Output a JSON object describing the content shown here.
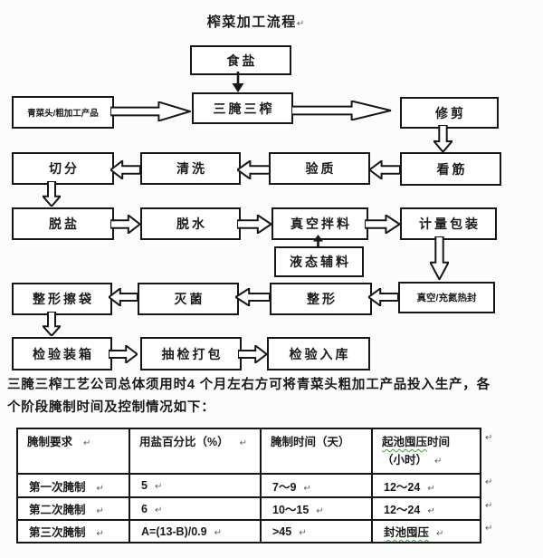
{
  "title": "榨菜加工流程",
  "marks": {
    "pilcrow": "↵"
  },
  "colors": {
    "ink": "#1a1a1a",
    "squiggle_green": "#3fa33f",
    "box_fill": "#ffffff"
  },
  "flow": {
    "nodes": {
      "salt": "食盐",
      "raw": "青菜头/粗加工产品",
      "pickle": "三腌三榨",
      "trim": "修剪",
      "tendon": "看筋",
      "inspect": "验质",
      "wash": "清洗",
      "cut": "切分",
      "desalt": "脱盐",
      "dewater": "脱水",
      "vacuum_mix": "真空拌料",
      "weigh_pack": "计量包装",
      "liquid_aux": "液态辅料",
      "nitro_seal": "真空/充氮热封",
      "shape": "整形",
      "sterilize": "灭菌",
      "shape_wipe": "整形擦袋",
      "inspect_box": "检验装箱",
      "sample_pack": "抽检打包",
      "inspect_store": "检验入库"
    }
  },
  "paragraph": {
    "line1": "三腌三榨工艺公司总体须用时4 个月左右方可将青菜头粗加工产品投入生产，各",
    "line2": "个阶段腌制时间及控制情况如下："
  },
  "table": {
    "headers": {
      "col1": "腌制要求",
      "col2": "用盐百分比（%）",
      "col3": "腌制时间（天）",
      "col4_line1_squiggle": "起池囤压",
      "col4_line1_rest": "时间",
      "col4_line2": "（小时）"
    },
    "rows": [
      {
        "stage": "第一次腌制",
        "salt": "5",
        "days": "7～9",
        "hours": "12～24"
      },
      {
        "stage": "第二次腌制",
        "salt": "6",
        "days": "10～15",
        "hours": "12～24"
      },
      {
        "stage": "第三次腌制",
        "salt": "A=(13-B)/0.9",
        "days": ">45",
        "hours_squiggle": "封池囤压"
      }
    ]
  }
}
